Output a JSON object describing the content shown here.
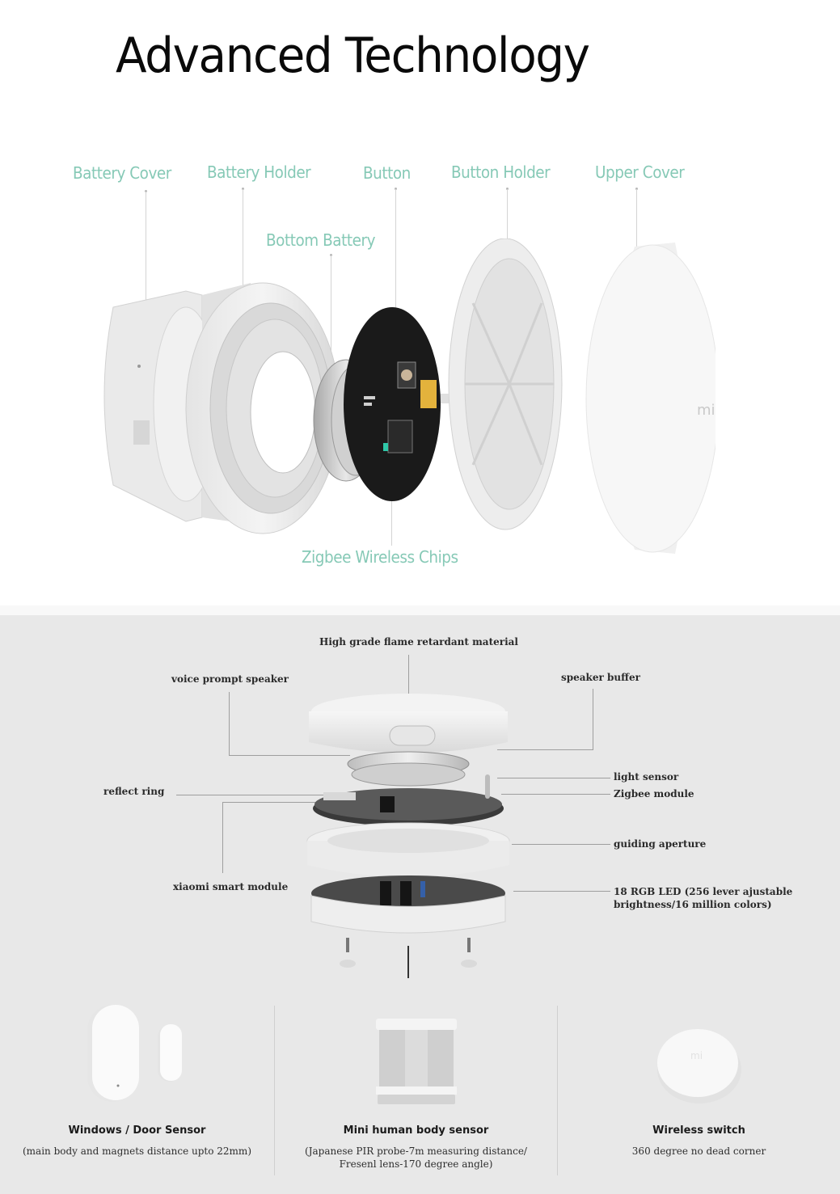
{
  "title": "Advanced Technology",
  "colors": {
    "label_teal": "#86c9b6",
    "top_background": "#ffffff",
    "bottom_background": "#e8e8e8",
    "title_text": "#0a0a0a",
    "pcb_black": "#1a1a1a",
    "chip_yellow": "#e3b23c"
  },
  "exploded_view": {
    "labels": {
      "battery_cover": "Battery Cover",
      "battery_holder": "Battery Holder",
      "button": "Button",
      "button_holder": "Button Holder",
      "upper_cover": "Upper Cover",
      "bottom_battery": "Bottom Battery",
      "zigbee_wireless_chips": "Zigbee Wireless Chips"
    },
    "logo_text": "mi"
  },
  "gateway_diagram": {
    "labels": {
      "high_grade_material": "High grade flame retardant material",
      "voice_prompt_speaker": "voice prompt speaker",
      "speaker_buffer": "speaker buffer",
      "light_sensor": "light sensor",
      "zigbee_module": "Zigbee module",
      "reflect_ring": "reflect ring",
      "guiding_aperture": "guiding aperture",
      "xiaomi_smart_module": "xiaomi smart module",
      "rgb_led_line1": "18 RGB LED (256 lever ajustable",
      "rgb_led_line2": "brightness/16 million colors)"
    }
  },
  "products": [
    {
      "name": "Windows / Door Sensor",
      "desc_line1": "(main body and magnets distance upto 22mm)",
      "desc_line2": ""
    },
    {
      "name": "Mini human body sensor",
      "desc_line1": "(Japanese PIR probe-7m measuring distance/",
      "desc_line2": "Fresenl lens-170 degree angle)"
    },
    {
      "name": "Wireless switch",
      "desc_line1": "360 degree no dead corner",
      "desc_line2": ""
    }
  ]
}
